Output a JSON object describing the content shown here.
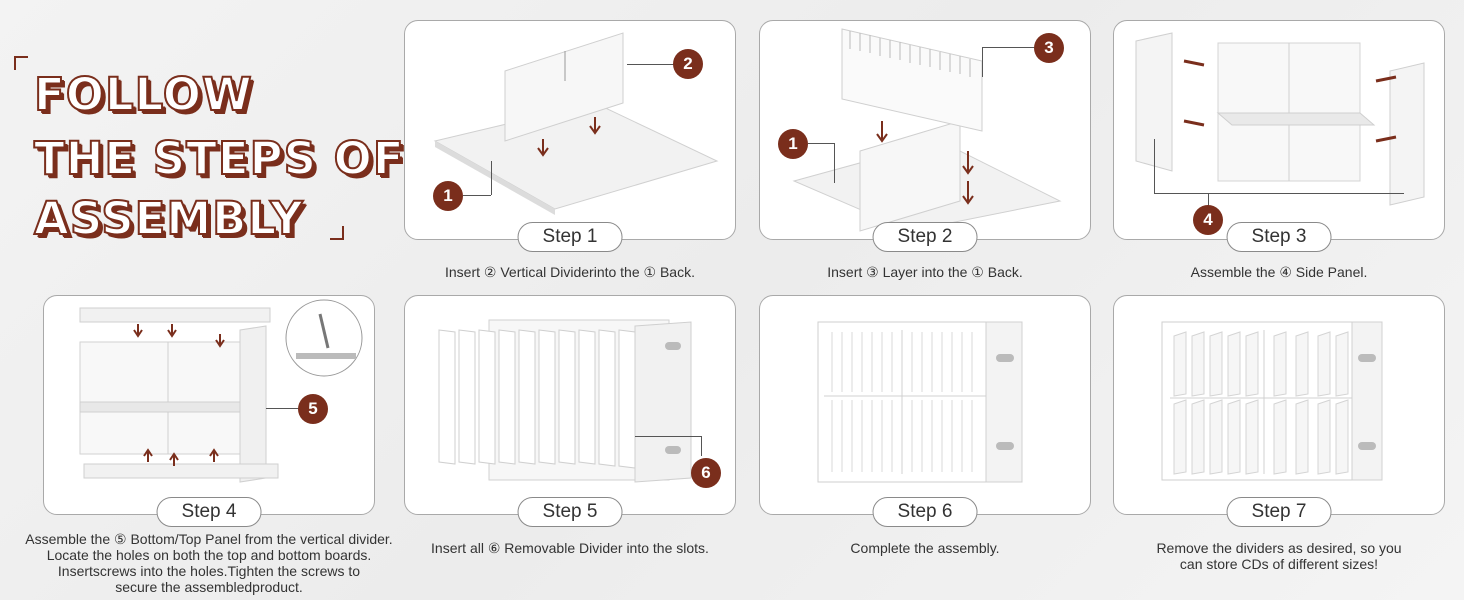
{
  "title": {
    "line1": "FOLLOW",
    "line2": "THE STEPS OF",
    "line3": "ASSEMBLY"
  },
  "steps": [
    {
      "label": "Step 1",
      "caption": "Insert ② Vertical Dividerinto the ① Back."
    },
    {
      "label": "Step 2",
      "caption": "Insert ③ Layer into the ①  Back."
    },
    {
      "label": "Step 3",
      "caption": "Assemble the ④ Side Panel."
    },
    {
      "label": "Step 4",
      "caption_lines": [
        "Assemble the ⑤ Bottom/Top Panel from the vertical divider.",
        "Locate the holes on both the top and bottom boards.",
        "Insertscrews into the holes.Tighten the screws to",
        "secure the assembledproduct."
      ]
    },
    {
      "label": "Step 5",
      "caption": "Insert all ⑥ Removable Divider into the slots."
    },
    {
      "label": "Step 6",
      "caption": "Complete the assembly."
    },
    {
      "label": "Step 7",
      "caption_lines": [
        "Remove the dividers as desired, so you",
        "can store CDs of different sizes!"
      ]
    }
  ],
  "callouts": {
    "n1": "1",
    "n2": "2",
    "n3": "3",
    "n4": "4",
    "n5": "5",
    "n6": "6"
  },
  "colors": {
    "accent": "#7a2e1c",
    "panel": "#ffffff",
    "border": "#a9a9a9"
  }
}
